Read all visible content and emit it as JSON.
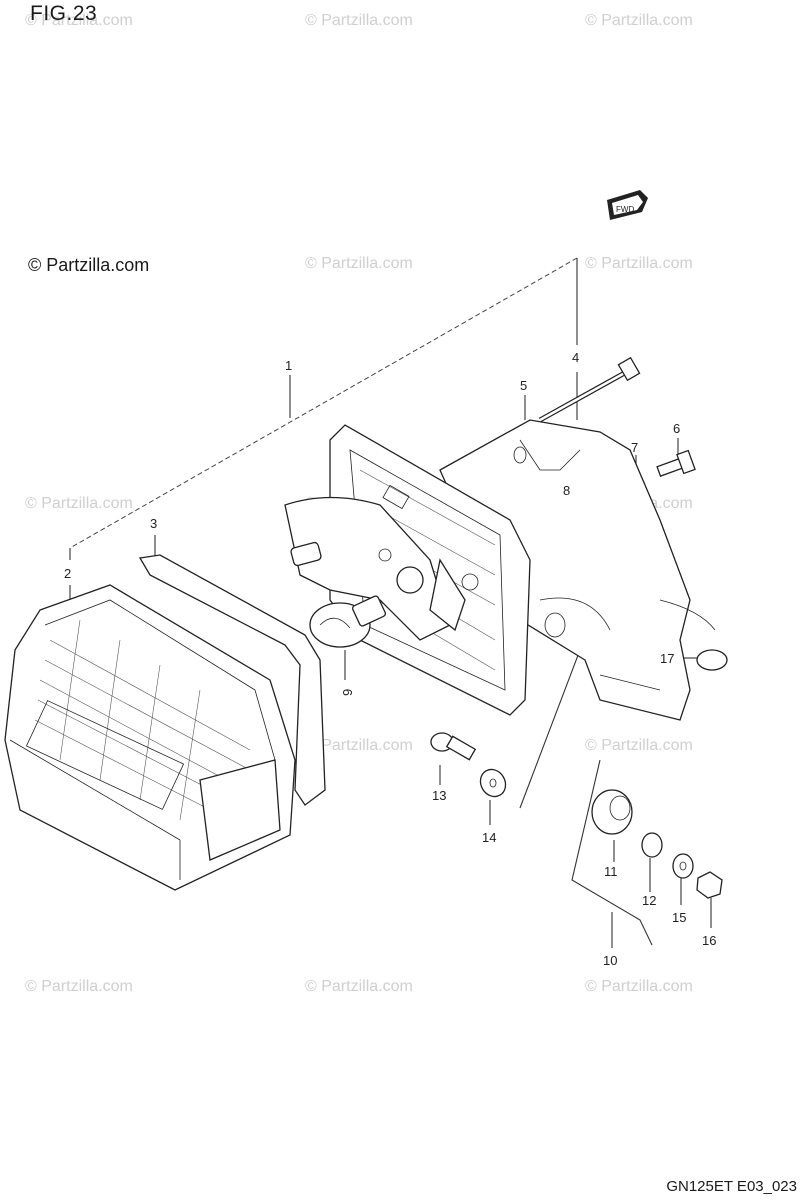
{
  "header": {
    "figure_label": "FIG.23",
    "copyright": "© Partzilla.com"
  },
  "watermark": {
    "text": "© Partzilla.com"
  },
  "footer": {
    "drawing_code": "GN125ET E03_023"
  },
  "fwd_badge": "FWD",
  "callouts": [
    {
      "id": "1",
      "label": "1"
    },
    {
      "id": "2",
      "label": "2"
    },
    {
      "id": "3",
      "label": "3"
    },
    {
      "id": "4",
      "label": "4"
    },
    {
      "id": "5",
      "label": "5"
    },
    {
      "id": "6",
      "label": "6"
    },
    {
      "id": "7",
      "label": "7"
    },
    {
      "id": "8",
      "label": "8"
    },
    {
      "id": "9",
      "label": "9"
    },
    {
      "id": "10",
      "label": "10"
    },
    {
      "id": "11",
      "label": "11"
    },
    {
      "id": "12",
      "label": "12"
    },
    {
      "id": "13",
      "label": "13"
    },
    {
      "id": "14",
      "label": "14"
    },
    {
      "id": "15",
      "label": "15"
    },
    {
      "id": "16",
      "label": "16"
    },
    {
      "id": "17",
      "label": "17"
    }
  ]
}
